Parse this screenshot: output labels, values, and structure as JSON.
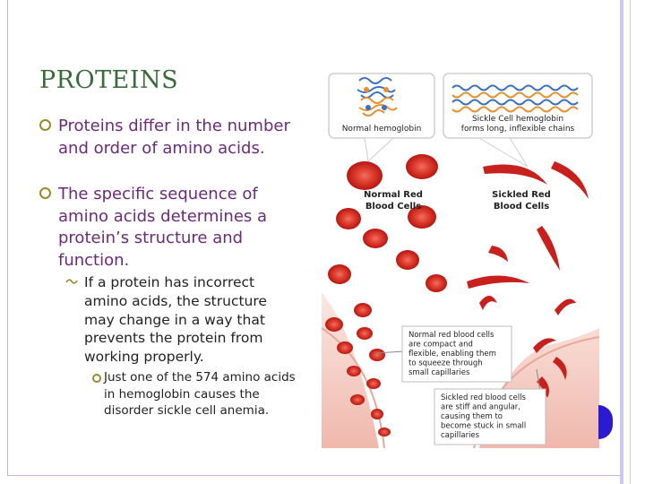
{
  "slide": {
    "title": "PROTEINS",
    "bullets": [
      "Proteins differ in the number and order of amino acids.",
      "The specific sequence of amino acids determines a protein’s structure and function."
    ],
    "sub_bullet": "If a protein has incorrect amino acids, the structure may change in a way that prevents the protein from working properly.",
    "sub_sub_bullet": "Just one of the 574 amino acids in hemoglobin causes the disorder sickle cell anemia."
  },
  "figure": {
    "normal_hemoglobin_label": "Normal hemoglobin",
    "sickle_hemoglobin_label": [
      "Sickle Cell hemoglobin",
      "forms long, inflexible chains"
    ],
    "normal_cells_label": [
      "Normal Red",
      "Blood Cells"
    ],
    "sickled_cells_label": [
      "Sickled Red",
      "Blood Cells"
    ],
    "normal_callout": [
      "Normal red blood cells",
      "are compact and",
      "flexible, enabling them",
      "to squeeze through",
      "small capillaries"
    ],
    "sickled_callout": [
      "Sickled red blood cells",
      "are stiff and angular,",
      "causing them to",
      "become stuck in small",
      "capillaries"
    ],
    "colors": {
      "cell_red": "#c8201c",
      "vessel_pink": "#f2c9c0",
      "molecule_blue": "#3a6fc4",
      "molecule_orange": "#e8902a"
    }
  }
}
